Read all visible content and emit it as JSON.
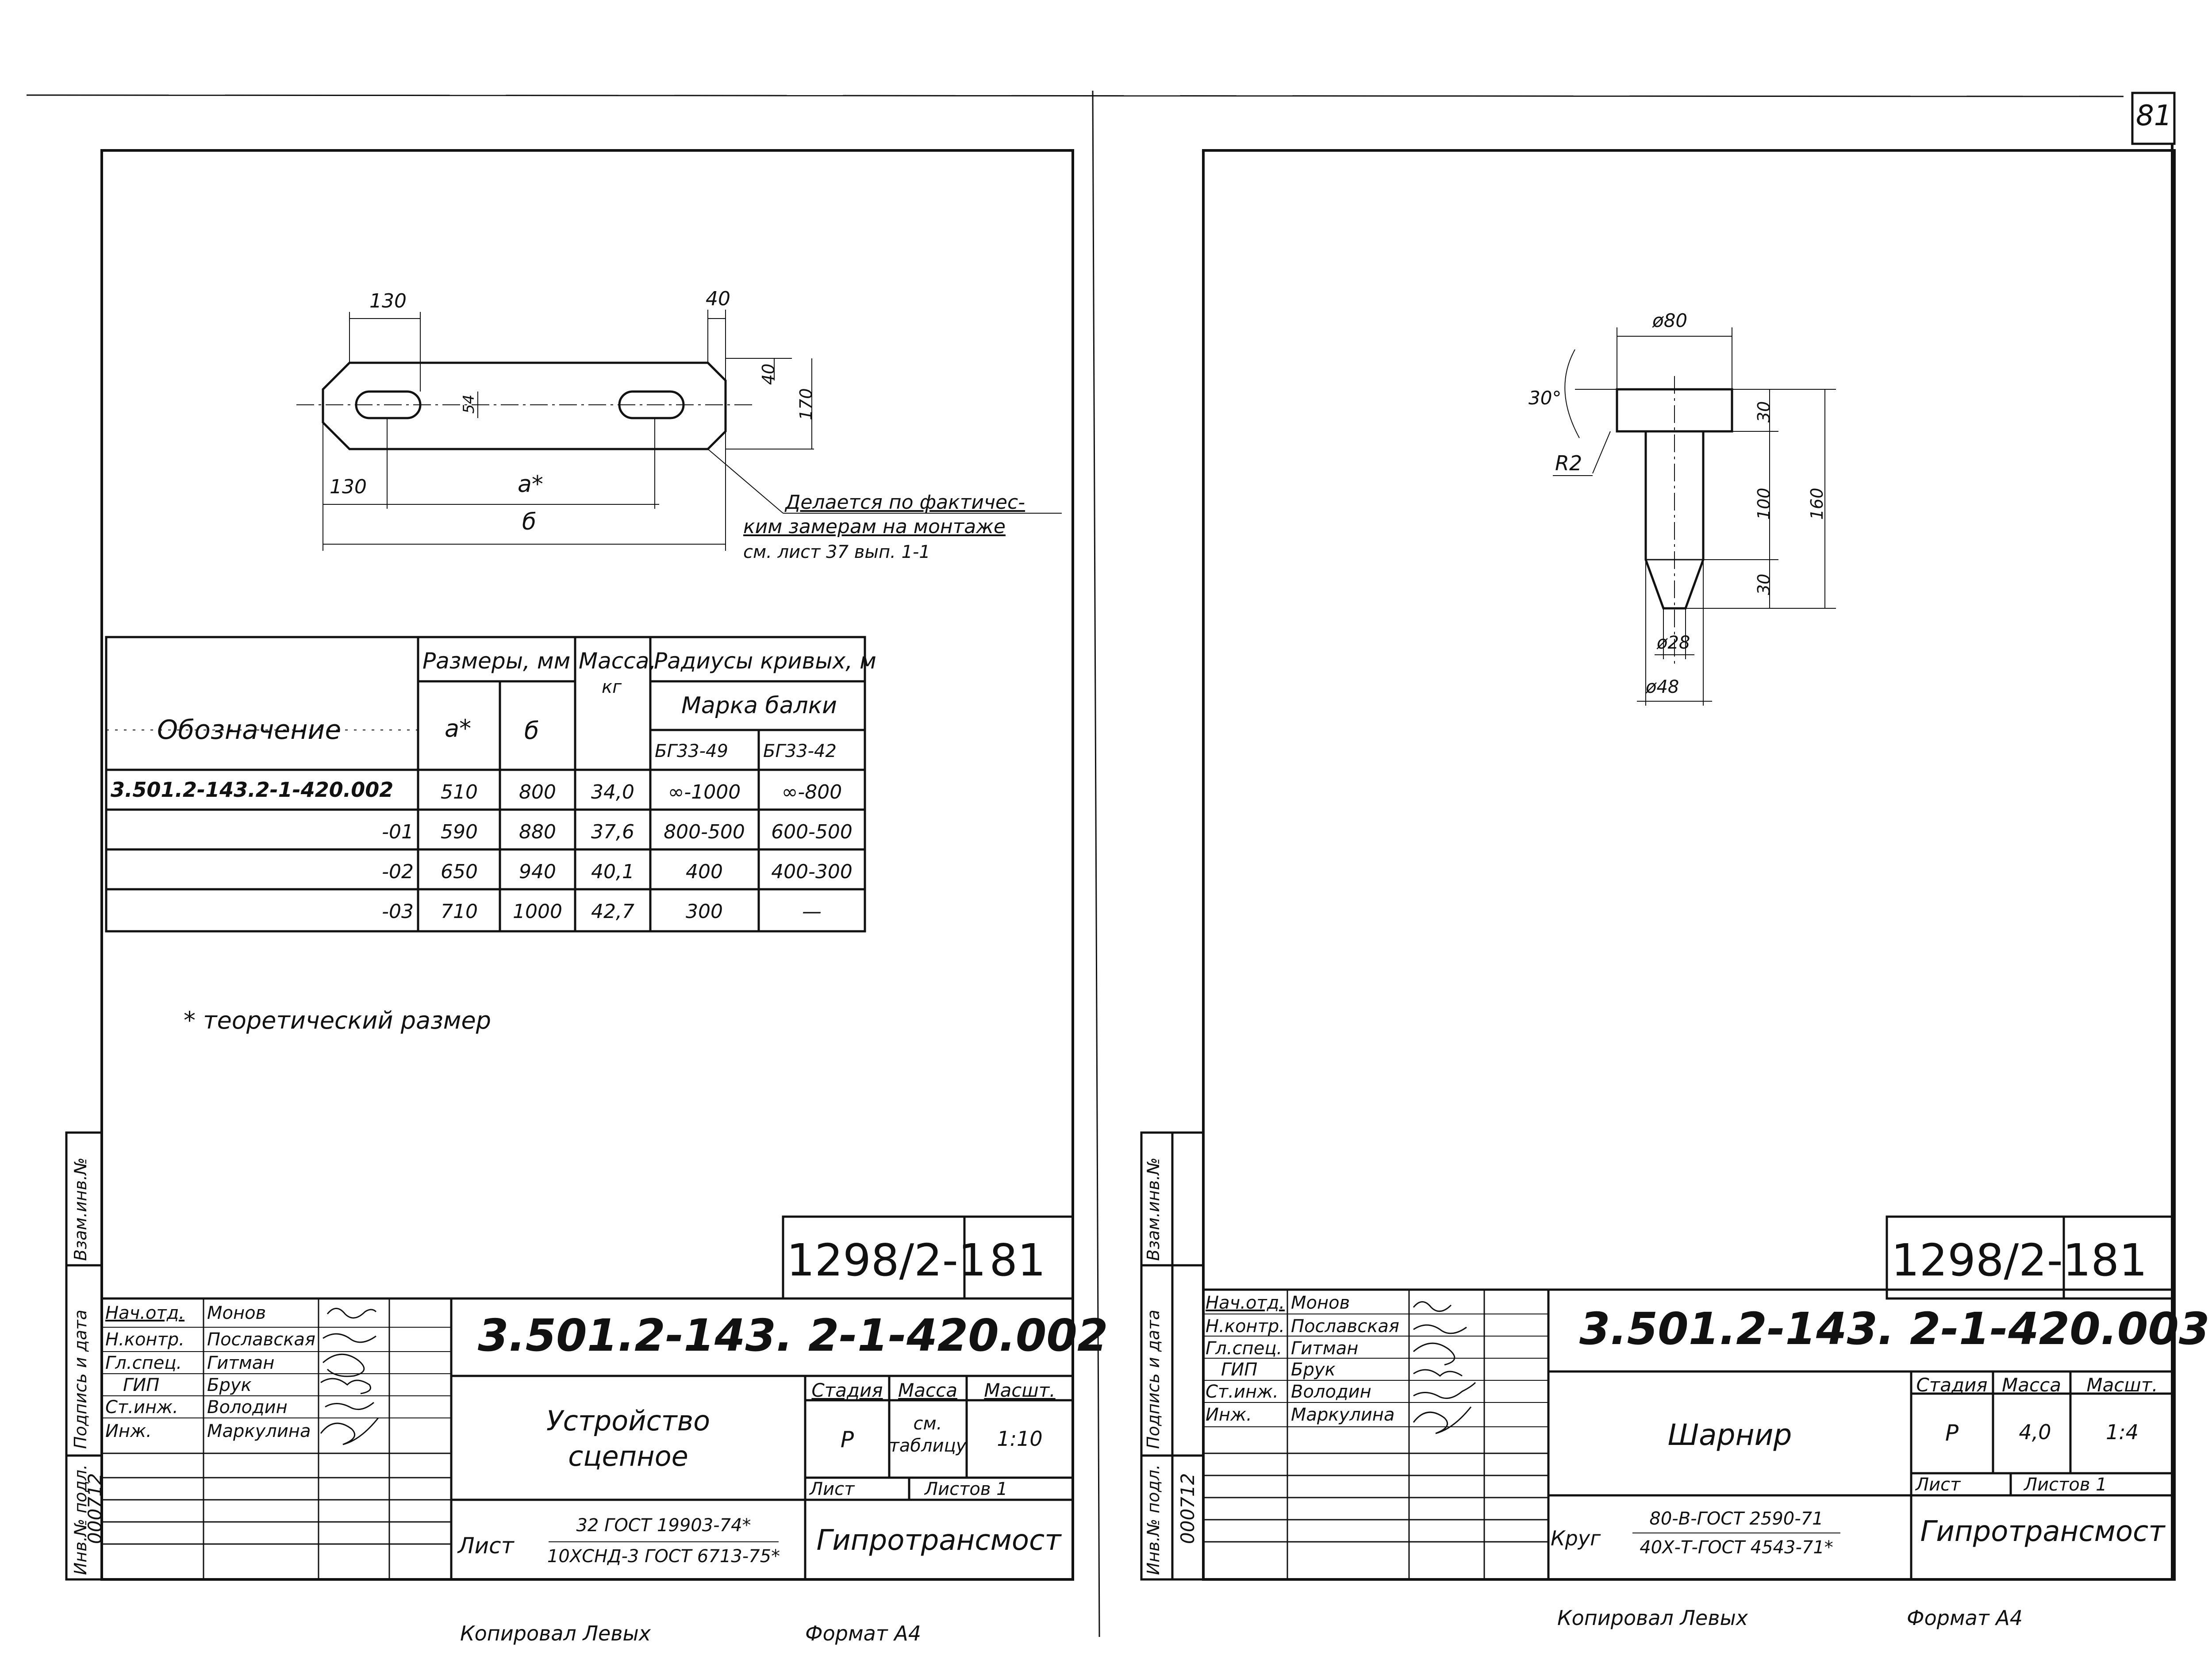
{
  "page_number": "81",
  "left_sheet": {
    "drawing_labels": {
      "dim_130_top": "130",
      "dim_40_top": "40",
      "dim_40_side": "40",
      "dim_170": "170",
      "dim_54": "54",
      "dim_130_bottom": "130",
      "dim_a": "a*",
      "dim_b": "б",
      "note_line1": "Делается по фактичес-",
      "note_line2": "ким замерам на монтаже",
      "note_line3": "см. лист 37 вып. 1-1"
    },
    "table": {
      "h_designation": "Обозначение",
      "h_dimensions": "Размеры, мм",
      "h_mass": "Масса,",
      "h_mass_unit": "кг",
      "h_radii": "Радиусы кривых, м",
      "h_beam_mark": "Марка балки",
      "h_a": "а*",
      "h_b": "б",
      "h_bg49": "БГ33-49",
      "h_bg42": "БГ33-42",
      "rows": [
        {
          "designation": "3.501.2-143.2-1-420.002",
          "a": "510",
          "b": "800",
          "mass": "34,0",
          "r49": "∞-1000",
          "r42": "∞-800"
        },
        {
          "designation": "-01",
          "a": "590",
          "b": "880",
          "mass": "37,6",
          "r49": "800-500",
          "r42": "600-500"
        },
        {
          "designation": "-02",
          "a": "650",
          "b": "940",
          "mass": "40,1",
          "r49": "400",
          "r42": "400-300"
        },
        {
          "designation": "-03",
          "a": "710",
          "b": "1000",
          "mass": "42,7",
          "r49": "300",
          "r42": "—"
        }
      ]
    },
    "footnote": "* теоретический размер",
    "stamp": {
      "project_code": "1298/2-1",
      "sheet_no": "81",
      "doc_code": "3.501.2-143. 2-1-420.002",
      "title_line1": "Устройство",
      "title_line2": "сцепное",
      "stage_h": "Стадия",
      "mass_h": "Масса",
      "scale_h": "Масшт.",
      "stage": "Р",
      "mass_line1": "см.",
      "mass_line2": "таблицу",
      "scale": "1:10",
      "sheet_h": "Лист",
      "sheets_h": "Листов 1",
      "material_label": "Лист",
      "material_line1": "32 ГОСТ 19903-74*",
      "material_line2": "10ХСНД-3 ГОСТ 6713-75*",
      "org": "Гипротрансмост",
      "people": [
        {
          "role": "Нач.отд.",
          "name": "Монов"
        },
        {
          "role": "Н.контр.",
          "name": "Пославская"
        },
        {
          "role": "Гл.спец.",
          "name": "Гитман"
        },
        {
          "role": "ГИП",
          "name": "Брук"
        },
        {
          "role": "Ст.инж.",
          "name": "Володин"
        },
        {
          "role": "Инж.",
          "name": "Маркулина"
        }
      ]
    },
    "side_labels": {
      "inv_vzam": "Взам.инв.№",
      "podpis": "Подпись и дата",
      "inv_podl": "Инв.№ подл.",
      "inv_no": "000712"
    },
    "footer_copied": "Копировал  Левых",
    "footer_format": "Формат  А4"
  },
  "right_sheet": {
    "drawing_labels": {
      "d80": "ø80",
      "angle30": "30°",
      "r2": "R2",
      "dim_30_top": "30",
      "dim_100": "100",
      "dim_160": "160",
      "dim_30_bottom": "30",
      "d28": "ø28",
      "d48": "ø48"
    },
    "stamp": {
      "project_code": "1298/2-1",
      "sheet_no": "81",
      "doc_code": "3.501.2-143. 2-1-420.003",
      "title": "Шарнир",
      "stage_h": "Стадия",
      "mass_h": "Масса",
      "scale_h": "Масшт.",
      "stage": "Р",
      "mass": "4,0",
      "scale": "1:4",
      "sheet_h": "Лист",
      "sheets_h": "Листов 1",
      "material_label": "Круг",
      "material_line1": "80-В-ГОСТ 2590-71",
      "material_line2": "40Х-Т-ГОСТ 4543-71*",
      "org": "Гипротрансмост",
      "people": [
        {
          "role": "Нач.отд.",
          "name": "Монов"
        },
        {
          "role": "Н.контр.",
          "name": "Пославская"
        },
        {
          "role": "Гл.спец.",
          "name": "Гитман"
        },
        {
          "role": "ГИП",
          "name": "Брук"
        },
        {
          "role": "Ст.инж.",
          "name": "Володин"
        },
        {
          "role": "Инж.",
          "name": "Маркулина"
        }
      ]
    },
    "side_labels": {
      "inv_vzam": "Взам.инв.№",
      "podpis": "Подпись и дата",
      "inv_podl": "Инв.№ подл.",
      "inv_no": "000712"
    },
    "footer_copied": "Копировал  Левых",
    "footer_format": "Формат  А4"
  }
}
